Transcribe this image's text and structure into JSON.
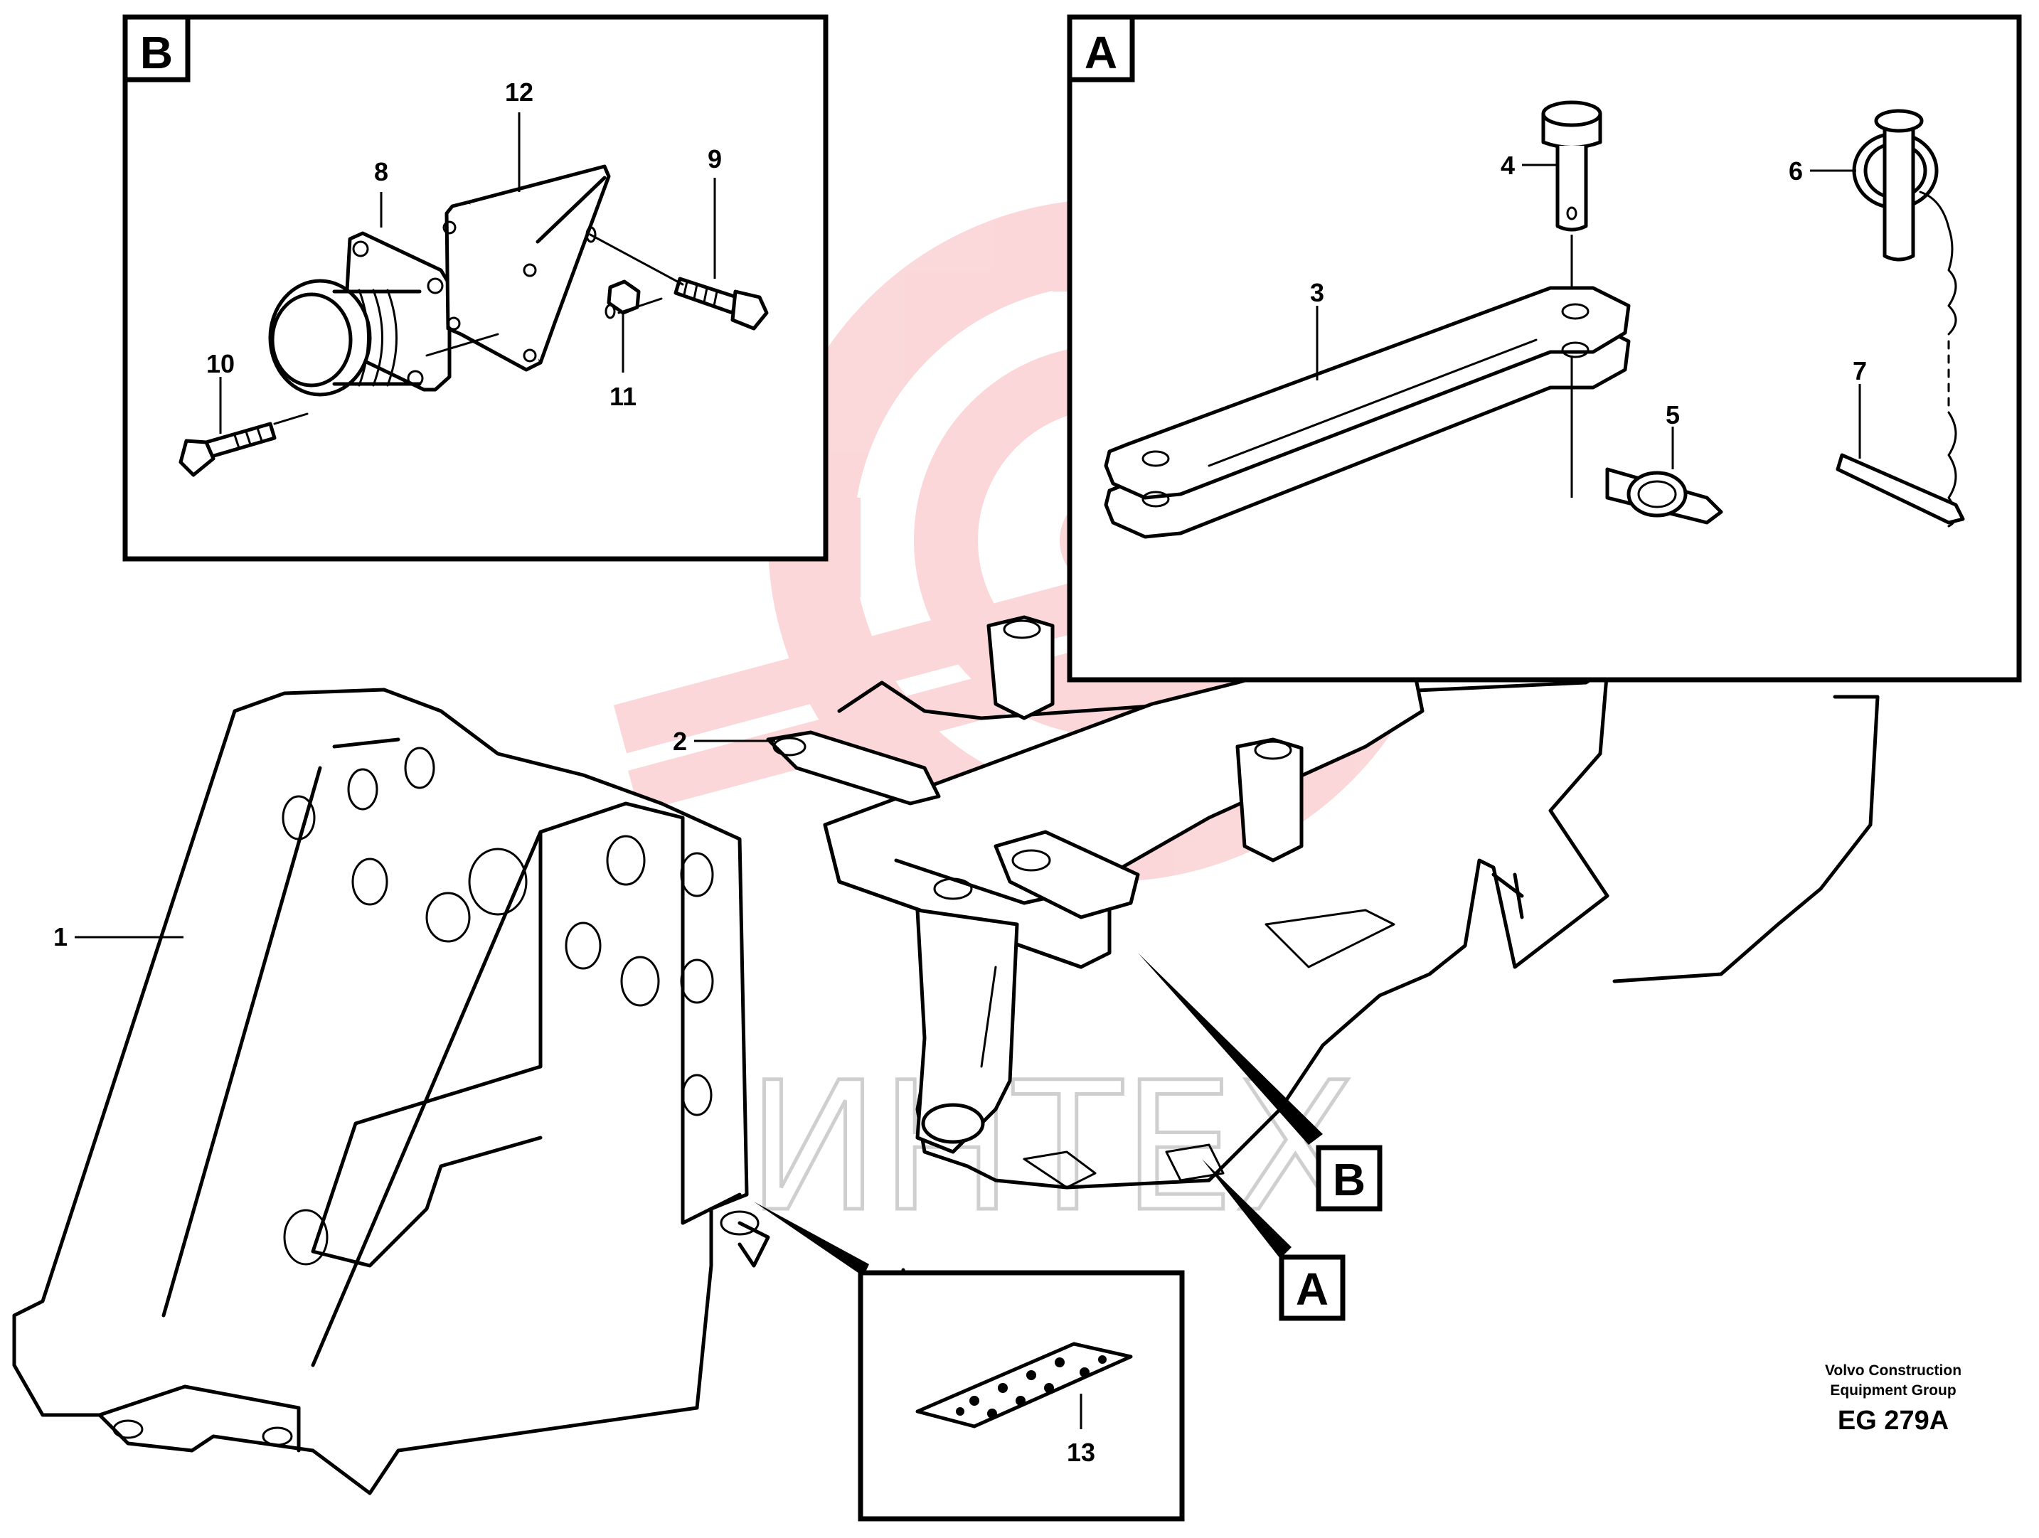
{
  "detail_boxes": {
    "b": {
      "label": "B"
    },
    "a": {
      "label": "A"
    },
    "callout_b": {
      "label": "B"
    },
    "callout_a": {
      "label": "A"
    }
  },
  "parts": {
    "p1": "1",
    "p2": "2",
    "p3": "3",
    "p4": "4",
    "p5": "5",
    "p6": "6",
    "p7": "7",
    "p8": "8",
    "p9": "9",
    "p10": "10",
    "p11": "11",
    "p12": "12",
    "p13": "13"
  },
  "footer": {
    "company_line1": "Volvo Construction",
    "company_line2": "Equipment Group",
    "drawing_code": "EG 279A"
  },
  "watermark": {
    "text": "ИНТЕХ",
    "color": "#e8101a"
  }
}
